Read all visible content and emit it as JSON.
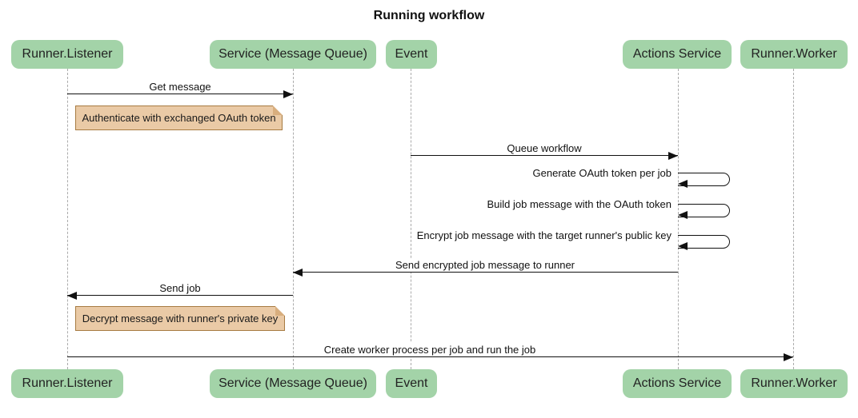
{
  "title": "Running workflow",
  "actors": [
    {
      "id": "runner-listener",
      "label": "Runner.Listener"
    },
    {
      "id": "service-message-queue",
      "label": "Service (Message Queue)"
    },
    {
      "id": "event",
      "label": "Event"
    },
    {
      "id": "actions-service",
      "label": "Actions Service"
    },
    {
      "id": "runner-worker",
      "label": "Runner.Worker"
    }
  ],
  "messages": [
    {
      "from": "Runner.Listener",
      "to": "Service (Message Queue)",
      "label": "Get message",
      "type": "solid-arrow"
    },
    {
      "from": "Event",
      "to": "Actions Service",
      "label": "Queue workflow",
      "type": "solid-arrow"
    },
    {
      "from": "Actions Service",
      "to": "Actions Service",
      "label": "Generate OAuth token per job",
      "type": "self"
    },
    {
      "from": "Actions Service",
      "to": "Actions Service",
      "label": "Build job message with the OAuth token",
      "type": "self"
    },
    {
      "from": "Actions Service",
      "to": "Actions Service",
      "label": "Encrypt job message with the target runner's public key",
      "type": "self"
    },
    {
      "from": "Actions Service",
      "to": "Service (Message Queue)",
      "label": "Send encrypted job message to runner",
      "type": "solid-arrow"
    },
    {
      "from": "Service (Message Queue)",
      "to": "Runner.Listener",
      "label": "Send job",
      "type": "solid-arrow"
    },
    {
      "from": "Runner.Listener",
      "to": "Runner.Worker",
      "label": "Create worker process per job and run the job",
      "type": "solid-arrow"
    }
  ],
  "notes": [
    {
      "anchor": "Runner.Listener",
      "position": "right-of",
      "text": "Authenticate with exchanged OAuth token"
    },
    {
      "anchor": "Runner.Listener",
      "position": "right-of",
      "text": "Decrypt message with runner's private key"
    }
  ],
  "colors": {
    "actor_fill": "#a3d3a8",
    "actor_text": "#222222",
    "note_fill": "#eacaa6",
    "note_border": "#a77b42",
    "note_fold": "#d8ae7e",
    "message_line": "#111111",
    "lifeline": "#ababab",
    "background": "#ffffff",
    "title_text": "#111111"
  }
}
